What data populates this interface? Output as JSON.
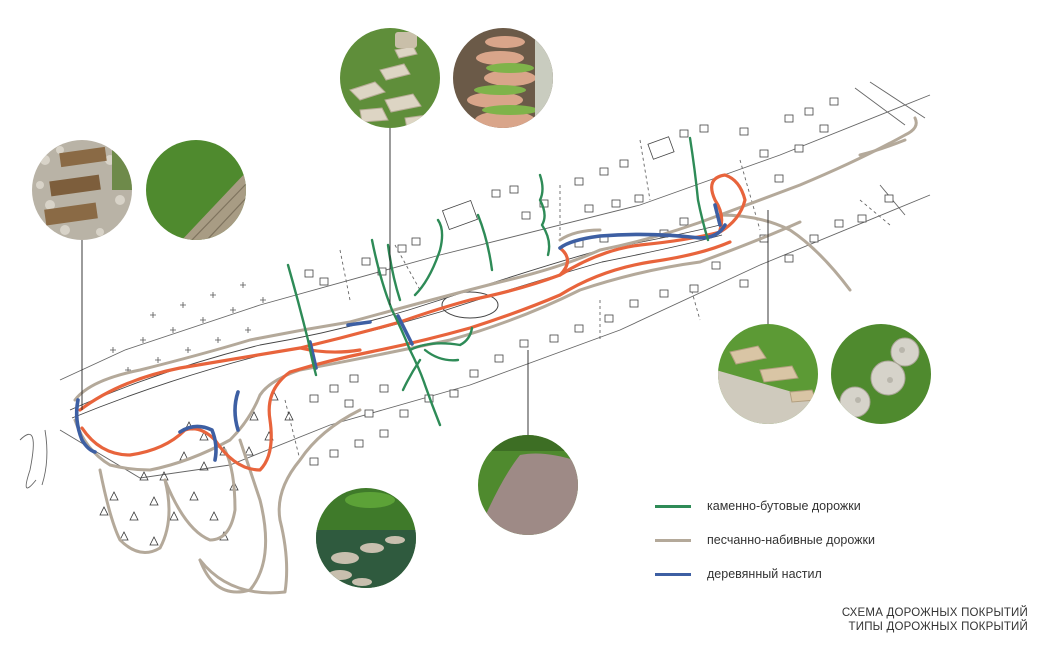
{
  "colors": {
    "stone": "#2e8b57",
    "sand": "#b4a99a",
    "wood": "#3d5fa3",
    "route": "#e8643c",
    "sketch": "#555555"
  },
  "legend": [
    {
      "label": "каменно-бутовые дорожки",
      "color": "#2e8b57"
    },
    {
      "label": "песчанно-набивные дорожки",
      "color": "#b4a99a"
    },
    {
      "label": "деревянный настил",
      "color": "#3d5fa3"
    }
  ],
  "caption": {
    "line1": "СХЕМА ДОРОЖНЫХ ПОКРЫТИЙ",
    "line2": "ТИПЫ ДОРОЖНЫХ ПОКРЫТИЙ"
  },
  "photos": [
    {
      "icon": "wooden-steps-on-pebbles-photo",
      "type": "wood"
    },
    {
      "icon": "wooden-boards-in-grass-photo",
      "type": "wood"
    },
    {
      "icon": "flagstone-path-photo",
      "type": "stone"
    },
    {
      "icon": "stepping-stones-in-moss-photo",
      "type": "stone"
    },
    {
      "icon": "gravel-path-photo",
      "type": "sand"
    },
    {
      "icon": "stepping-stones-in-water-photo",
      "type": "stone"
    },
    {
      "icon": "stone-edged-gravel-photo",
      "type": "sand"
    },
    {
      "icon": "round-pebble-pavers-photo",
      "type": "stone"
    }
  ]
}
